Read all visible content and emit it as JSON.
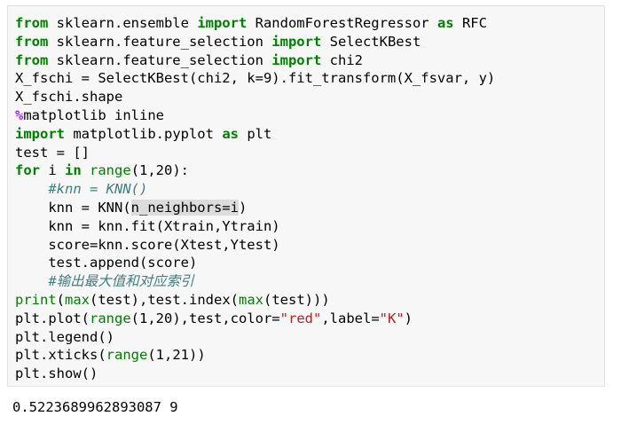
{
  "code": {
    "l1": {
      "kw1": "from",
      "t1": " sklearn.ensemble ",
      "kw2": "import",
      "t2": " RandomForestRegressor ",
      "kw3": "as",
      "t3": " RFC"
    },
    "l2": {
      "kw1": "from",
      "t1": " sklearn.feature_selection ",
      "kw2": "import",
      "t2": " SelectKBest"
    },
    "l3": {
      "kw1": "from",
      "t1": " sklearn.feature_selection ",
      "kw2": "import",
      "t2": " chi2"
    },
    "l4": {
      "t1": "X_fschi = SelectKBest(chi2, k=9).fit_transform(X_fsvar, y)"
    },
    "l5": {
      "t1": "X_fschi.shape"
    },
    "l6": {
      "mg": "%",
      "t1": "matplotlib inline"
    },
    "l7": {
      "kw1": "import",
      "t1": " matplotlib.pyplot ",
      "kw2": "as",
      "t2": " plt"
    },
    "l8": {
      "t1": "test = []"
    },
    "l9": {
      "kw1": "for",
      "t1": " i ",
      "kw2": "in",
      "t2": " ",
      "bi1": "range",
      "t3": "(1,20):"
    },
    "l10": {
      "indent": "    ",
      "cm": "#knn = KNN()"
    },
    "l11": {
      "indent": "    ",
      "t1": "knn = KNN(",
      "hl": "n_neighbors=i",
      "t2": ")"
    },
    "l12": {
      "indent": "    ",
      "t1": "knn = knn.fit(Xtrain,Ytrain)"
    },
    "l13": {
      "indent": "    ",
      "t1": "score=knn.score(Xtest,Ytest)"
    },
    "l14": {
      "indent": "    ",
      "t1": "test.append(score)"
    },
    "l15": {
      "indent": "    ",
      "cm": "#输出最大值和对应索引"
    },
    "l16": {
      "bi1": "print",
      "t1": "(",
      "bi2": "max",
      "t2": "(test),test.index(",
      "bi3": "max",
      "t3": "(test)))"
    },
    "l17": {
      "t1": "plt.plot(",
      "bi1": "range",
      "t2": "(1,20),test,color=",
      "s1": "\"red\"",
      "t3": ",label=",
      "s2": "\"K\"",
      "t4": ")"
    },
    "l18": {
      "t1": "plt.legend()"
    },
    "l19": {
      "t1": "plt.xticks(",
      "bi1": "range",
      "t2": "(1,21))"
    },
    "l20": {
      "t1": "plt.show()"
    }
  },
  "output": {
    "text": "0.5223689962893087 9"
  },
  "colors": {
    "keyword": "#008000",
    "string": "#ba2121",
    "comment": "#408080",
    "magic": "#aa22ff",
    "cell_bg": "#f7f7f7"
  }
}
